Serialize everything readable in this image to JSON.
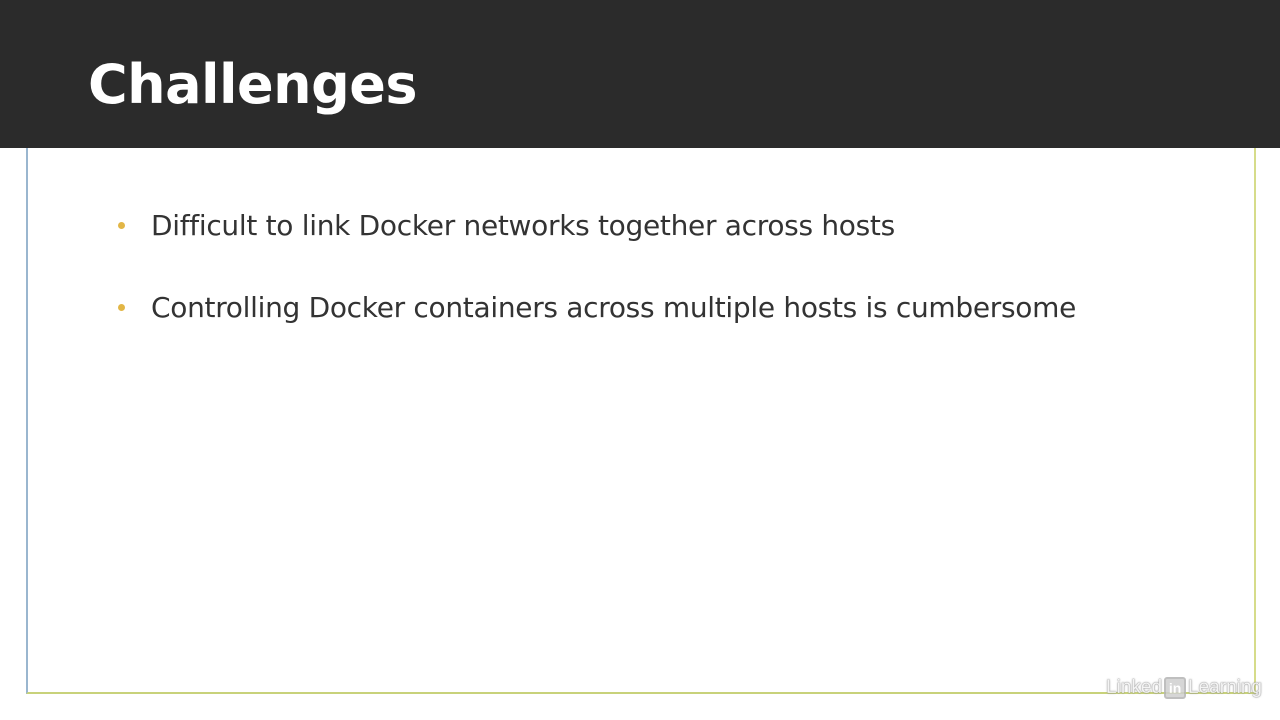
{
  "slide": {
    "title": "Challenges",
    "bullets": [
      "Difficult to link Docker networks together across hosts",
      "Controlling Docker containers across multiple hosts is cumbersome"
    ]
  },
  "watermark": {
    "left": "Linked",
    "in": "in",
    "right": "Learning"
  },
  "colors": {
    "title_bar": "#2b2b2b",
    "bullet": "#e2b646",
    "text": "#333333"
  }
}
